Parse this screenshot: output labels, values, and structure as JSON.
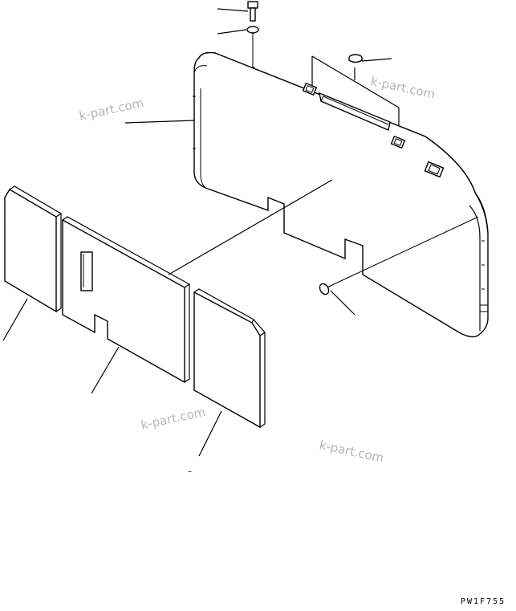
{
  "watermarks": [
    "k-part.com",
    "k-part.com",
    "k-part.com",
    "k-part.com"
  ],
  "figure_code": "PW1F755",
  "dash_mark": "–",
  "colors": {
    "line": "#000000",
    "watermark": "#b5b5b5",
    "background": "#ffffff"
  }
}
